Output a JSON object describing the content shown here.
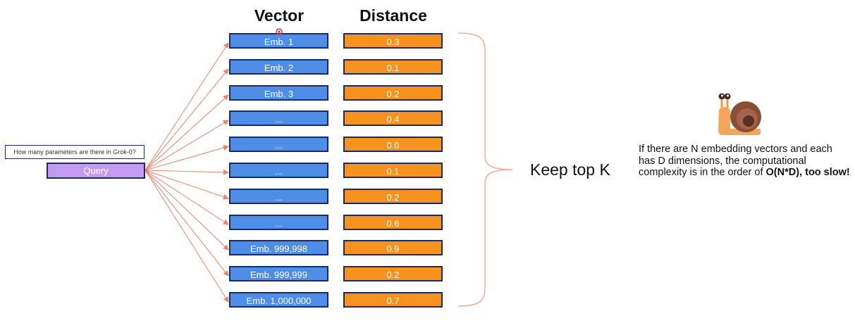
{
  "headings": {
    "vector": "Vector",
    "distance": "Distance"
  },
  "rows": [
    {
      "vector": "Emb. 1",
      "distance": "0.3"
    },
    {
      "vector": "Emb. 2",
      "distance": "0.1"
    },
    {
      "vector": "Emb. 3",
      "distance": "0.2"
    },
    {
      "vector": "...",
      "distance": "0.4"
    },
    {
      "vector": "...",
      "distance": "0.0"
    },
    {
      "vector": "...",
      "distance": "0.1"
    },
    {
      "vector": "...",
      "distance": "0.2"
    },
    {
      "vector": "...",
      "distance": "0.6"
    },
    {
      "vector": "Emb. 999,998",
      "distance": "0.9"
    },
    {
      "vector": "Emb. 999,999",
      "distance": "0.2"
    },
    {
      "vector": "Emb. 1,000,000",
      "distance": "0.7"
    }
  ],
  "question": "How many parameters are there in Grok-0?",
  "query_label": "Query",
  "keep_label": "Keep top K",
  "note": {
    "text": "If there are N embedding vectors and each has D dimensions, the computational complexity is in the order of ",
    "bold": "O(N*D), too slow!"
  },
  "icons": {
    "snail": "snail-icon"
  },
  "colors": {
    "vector_fill": "#4f8de6",
    "distance_fill": "#f7921e",
    "query_fill": "#c49af2",
    "border": "#1a2a66",
    "arrow": "#e8836e",
    "brace": "#f0a090"
  }
}
